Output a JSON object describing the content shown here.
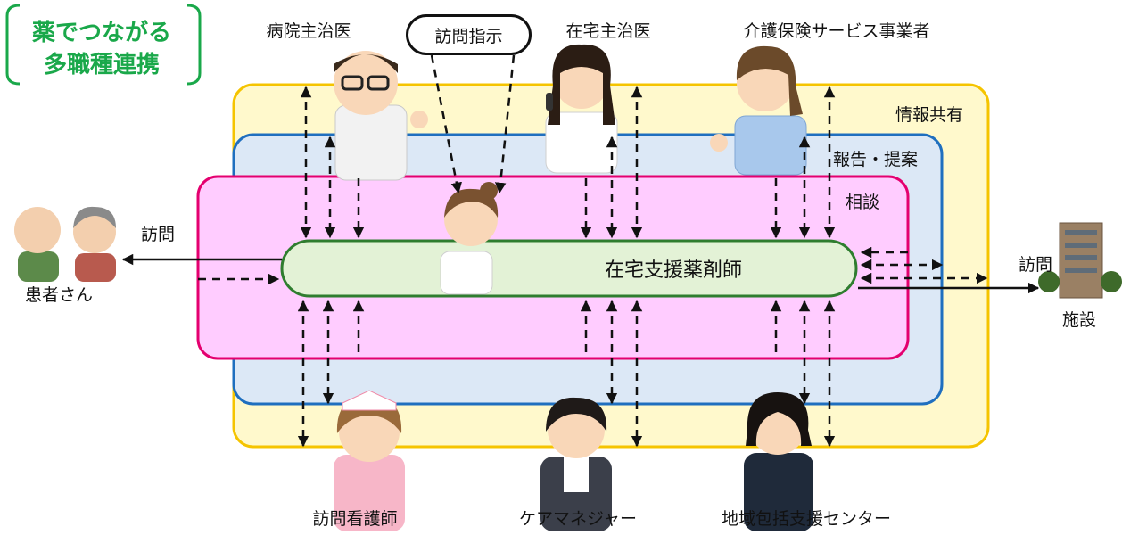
{
  "title": {
    "line1": "薬でつながる",
    "line2": "多職種連携"
  },
  "layers": {
    "info_sharing": "情報共有",
    "report_proposal": "報告・提案",
    "consultation": "相談"
  },
  "center": "在宅支援薬剤師",
  "callout": "訪問指示",
  "roles": {
    "hospital_doctor": "病院主治医",
    "home_doctor": "在宅主治医",
    "care_provider": "介護保険サービス事業者",
    "visiting_nurse": "訪問看護師",
    "care_manager": "ケアマネジャー",
    "community_center": "地域包括支援センター",
    "patient": "患者さん",
    "facility": "施設"
  },
  "edges": {
    "visit_patient": "訪問",
    "visit_facility": "訪問"
  },
  "colors": {
    "yellow_fill": "#fff9cc",
    "yellow_stroke": "#f5c400",
    "blue_fill": "#dce8f6",
    "blue_stroke": "#1f6fbf",
    "pink_fill": "#ffccff",
    "pink_stroke": "#e4006f",
    "center_fill": "#e3f2d6",
    "center_stroke": "#2f7d2f",
    "title_green": "#1aa84a"
  }
}
